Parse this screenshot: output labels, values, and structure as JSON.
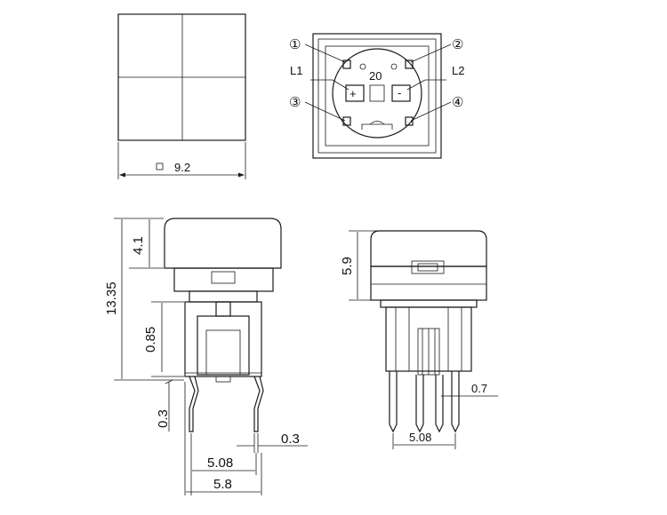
{
  "views": {
    "top": {
      "width_dim": "9.2"
    },
    "pinout": {
      "pin1": "①",
      "pin2": "②",
      "pin3": "③",
      "pin4": "④",
      "led_left": "L1",
      "led_right": "L2",
      "center_number": "20",
      "plus_sign": "+",
      "minus_sign": "-"
    },
    "side": {
      "cap_height": "4.1",
      "total_height": "13.35",
      "stem_dim": "0.85",
      "lead_offset": "0.3",
      "lead_thickness": "0.3",
      "pitch": "5.08",
      "body_width": "5.8"
    },
    "front": {
      "height": "5.9",
      "lead_width": "0.7",
      "pitch": "5.08"
    }
  }
}
